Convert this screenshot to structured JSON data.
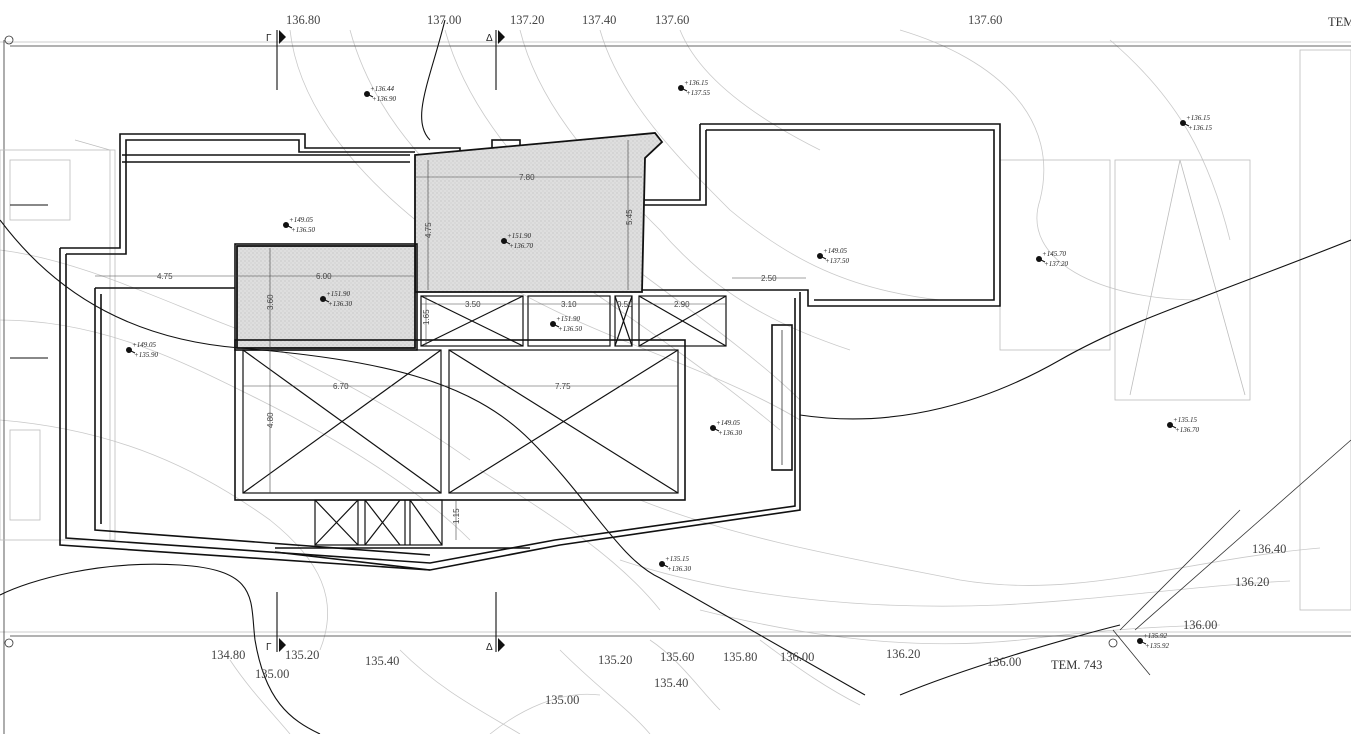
{
  "contour_labels": {
    "top": [
      "136.80",
      "137.00",
      "137.20",
      "137.40",
      "137.60",
      "137.60"
    ],
    "right": [
      "136.40",
      "136.20",
      "136.00"
    ],
    "bottom": [
      "134.80",
      "135.20",
      "135.00",
      "135.40",
      "135.20",
      "135.60",
      "135.40",
      "135.80",
      "136.00",
      "136.20",
      "136.00",
      "135.00"
    ]
  },
  "tem_labels": {
    "top_right": "TEM",
    "bottom": "TEM. 743"
  },
  "section_marks": {
    "gamma": "Γ",
    "delta": "Δ"
  },
  "levels": [
    {
      "top": "+136.44",
      "bottom": "+136.90"
    },
    {
      "top": "+136.15",
      "bottom": "+137.55"
    },
    {
      "top": "+136.15",
      "bottom": "+136.15"
    },
    {
      "top": "+149.05",
      "bottom": "+136.50"
    },
    {
      "top": "+151.90",
      "bottom": "+136.70"
    },
    {
      "top": "+149.05",
      "bottom": "+137.50"
    },
    {
      "top": "+145.70",
      "bottom": "+137.20"
    },
    {
      "top": "+151.90",
      "bottom": "+136.30"
    },
    {
      "top": "+151.90",
      "bottom": "+136.50"
    },
    {
      "top": "+149.05",
      "bottom": "+135.90"
    },
    {
      "top": "+149.05",
      "bottom": "+136.30"
    },
    {
      "top": "+135.15",
      "bottom": "+136.70"
    },
    {
      "top": "+135.15",
      "bottom": "+136.30"
    },
    {
      "top": "+135.92",
      "bottom": "+135.92"
    }
  ],
  "dimensions": [
    "7.80",
    "4.75",
    "5.45",
    "4.75",
    "6.00",
    "2.50",
    "3.60",
    "3.50",
    "3.10",
    "0.50",
    "2.90",
    "1.65",
    "6.70",
    "7.75",
    "4.80",
    "1.15"
  ]
}
